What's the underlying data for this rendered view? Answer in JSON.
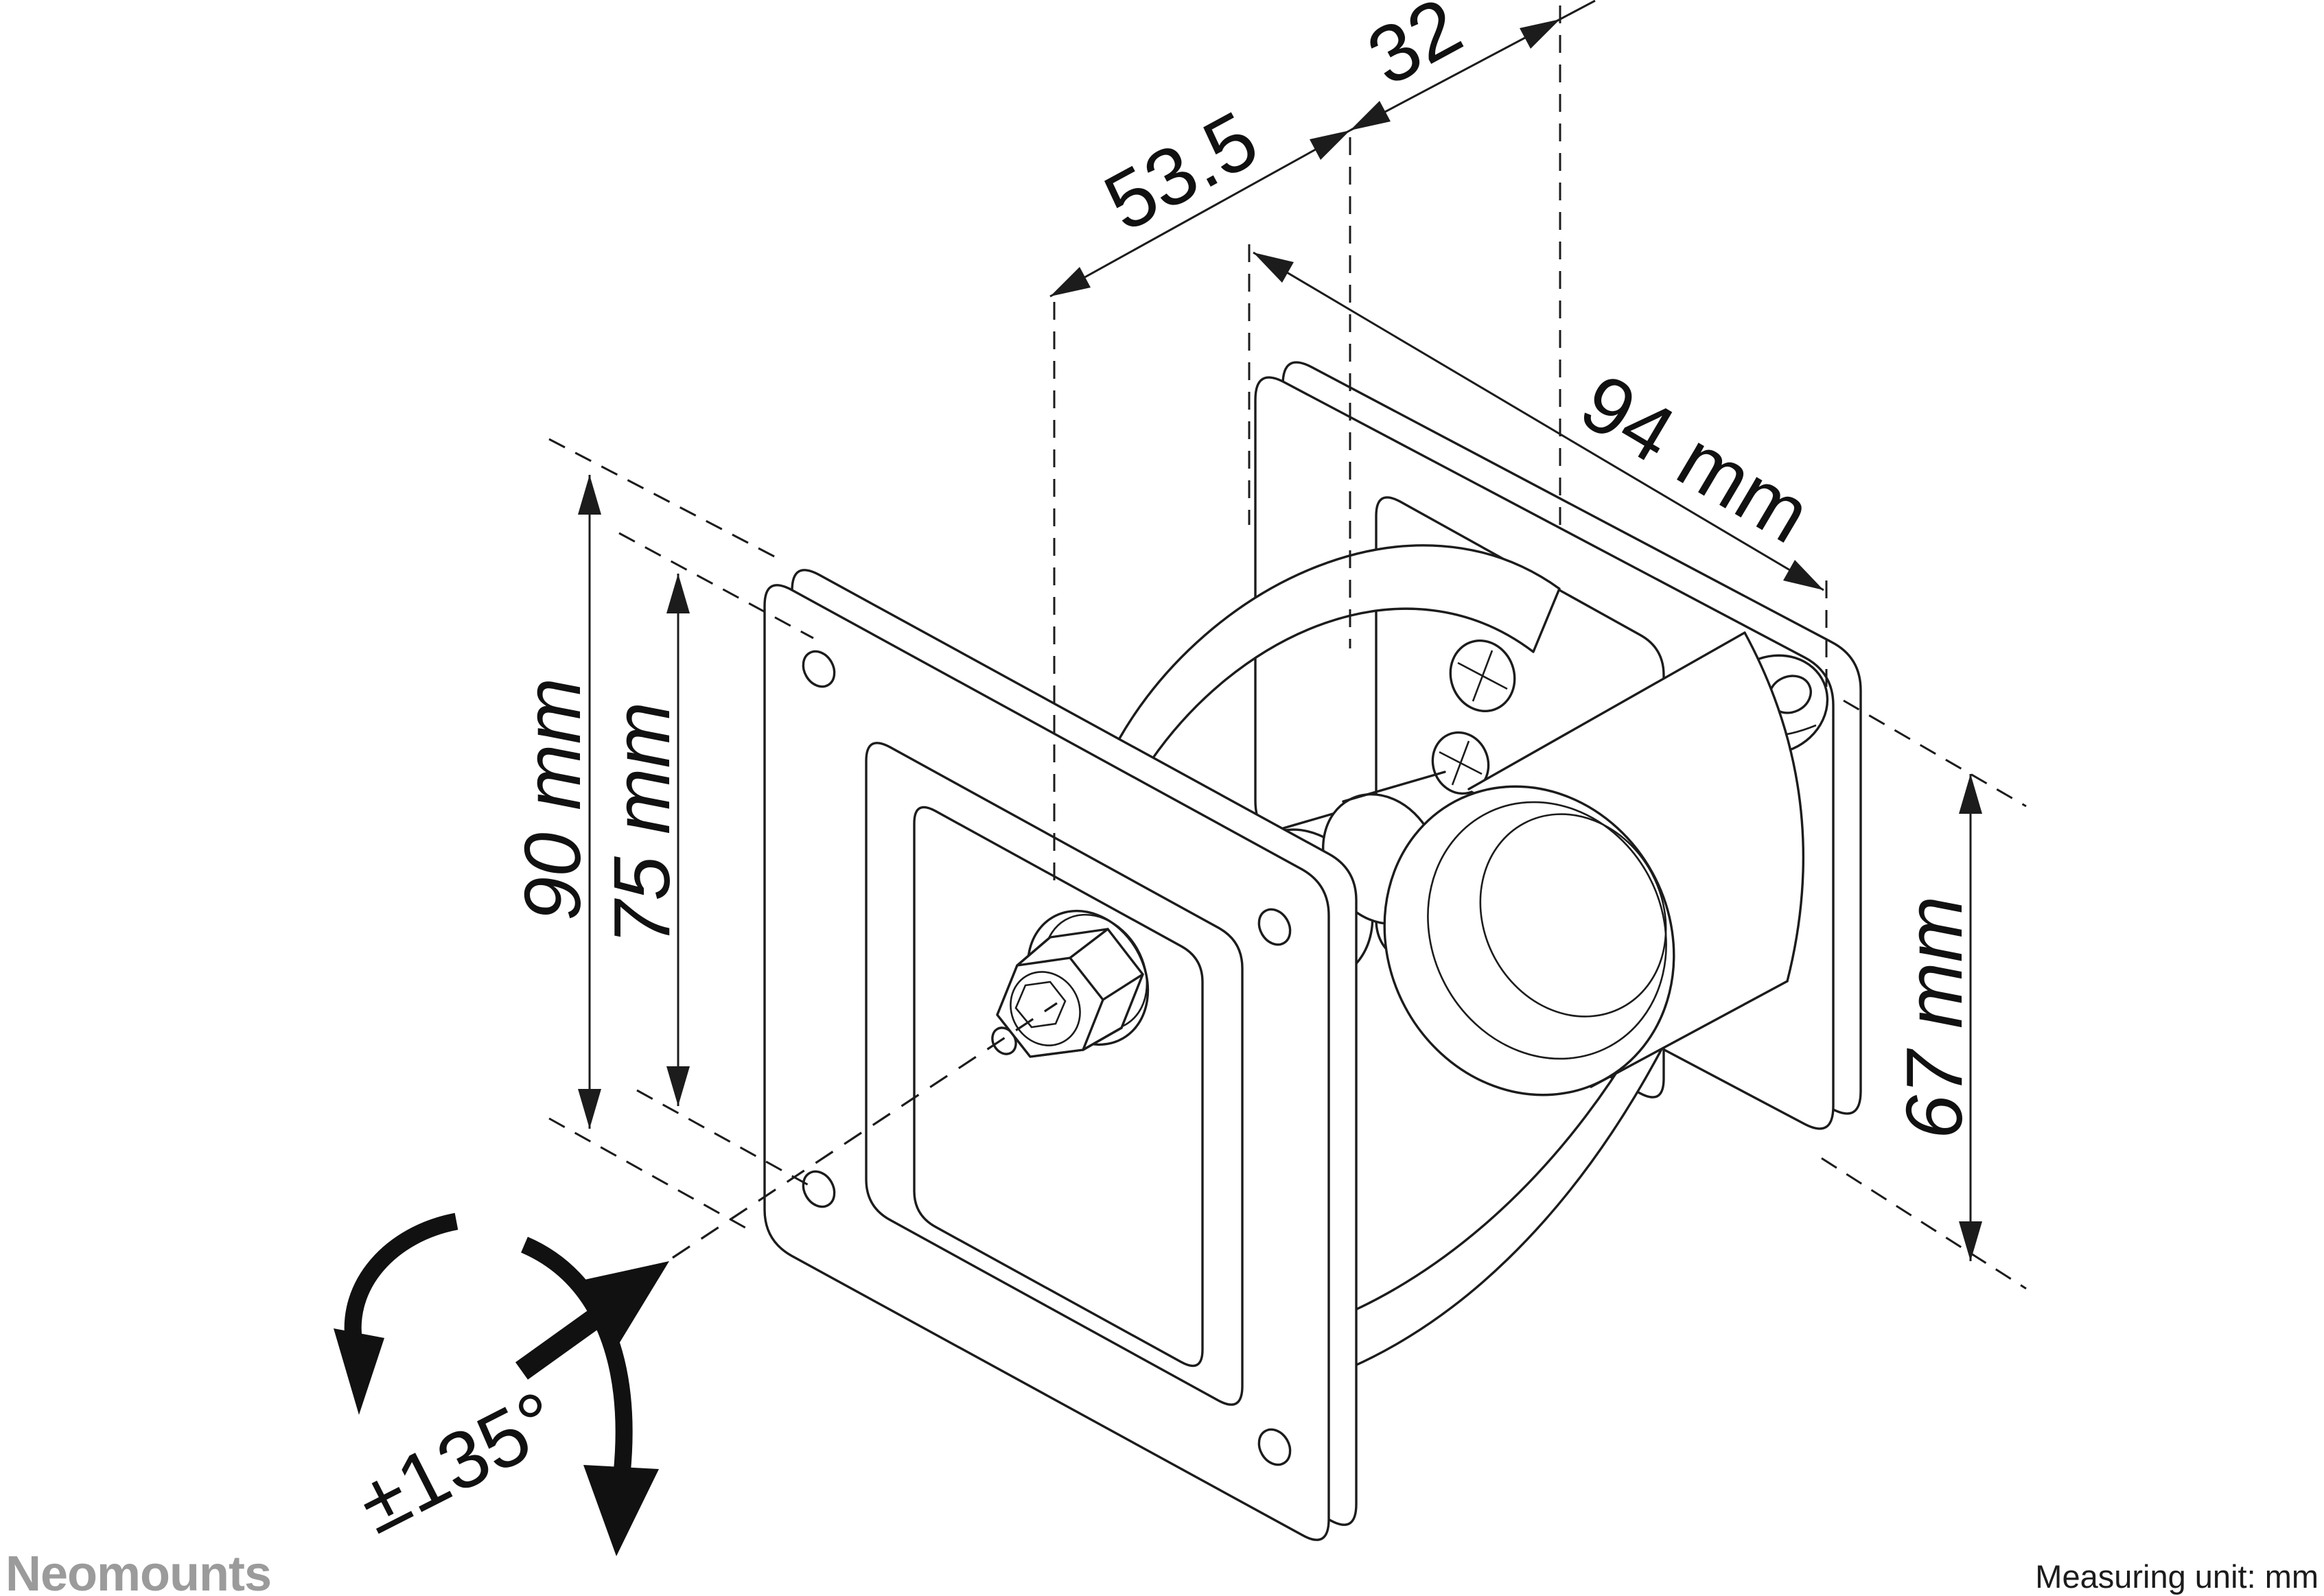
{
  "page": {
    "background": "#ffffff",
    "line_color": "#1c1c1c",
    "logo_color": "#9b9b9b"
  },
  "diagram": {
    "type": "isometric-technical-drawing",
    "subject": "monitor mount pivot with VESA plate",
    "dimensions": {
      "depth_front": "53.5",
      "depth_rear": "32",
      "plate_width": "94 mm",
      "vesa_plate_size": "90 mm",
      "vesa_hole_spacing": "75 mm",
      "plate_height": "67 mm",
      "rotation_range": "±135°"
    }
  },
  "footer": {
    "brand": "Neomounts",
    "measuring_note": "Measuring unit: mm"
  }
}
